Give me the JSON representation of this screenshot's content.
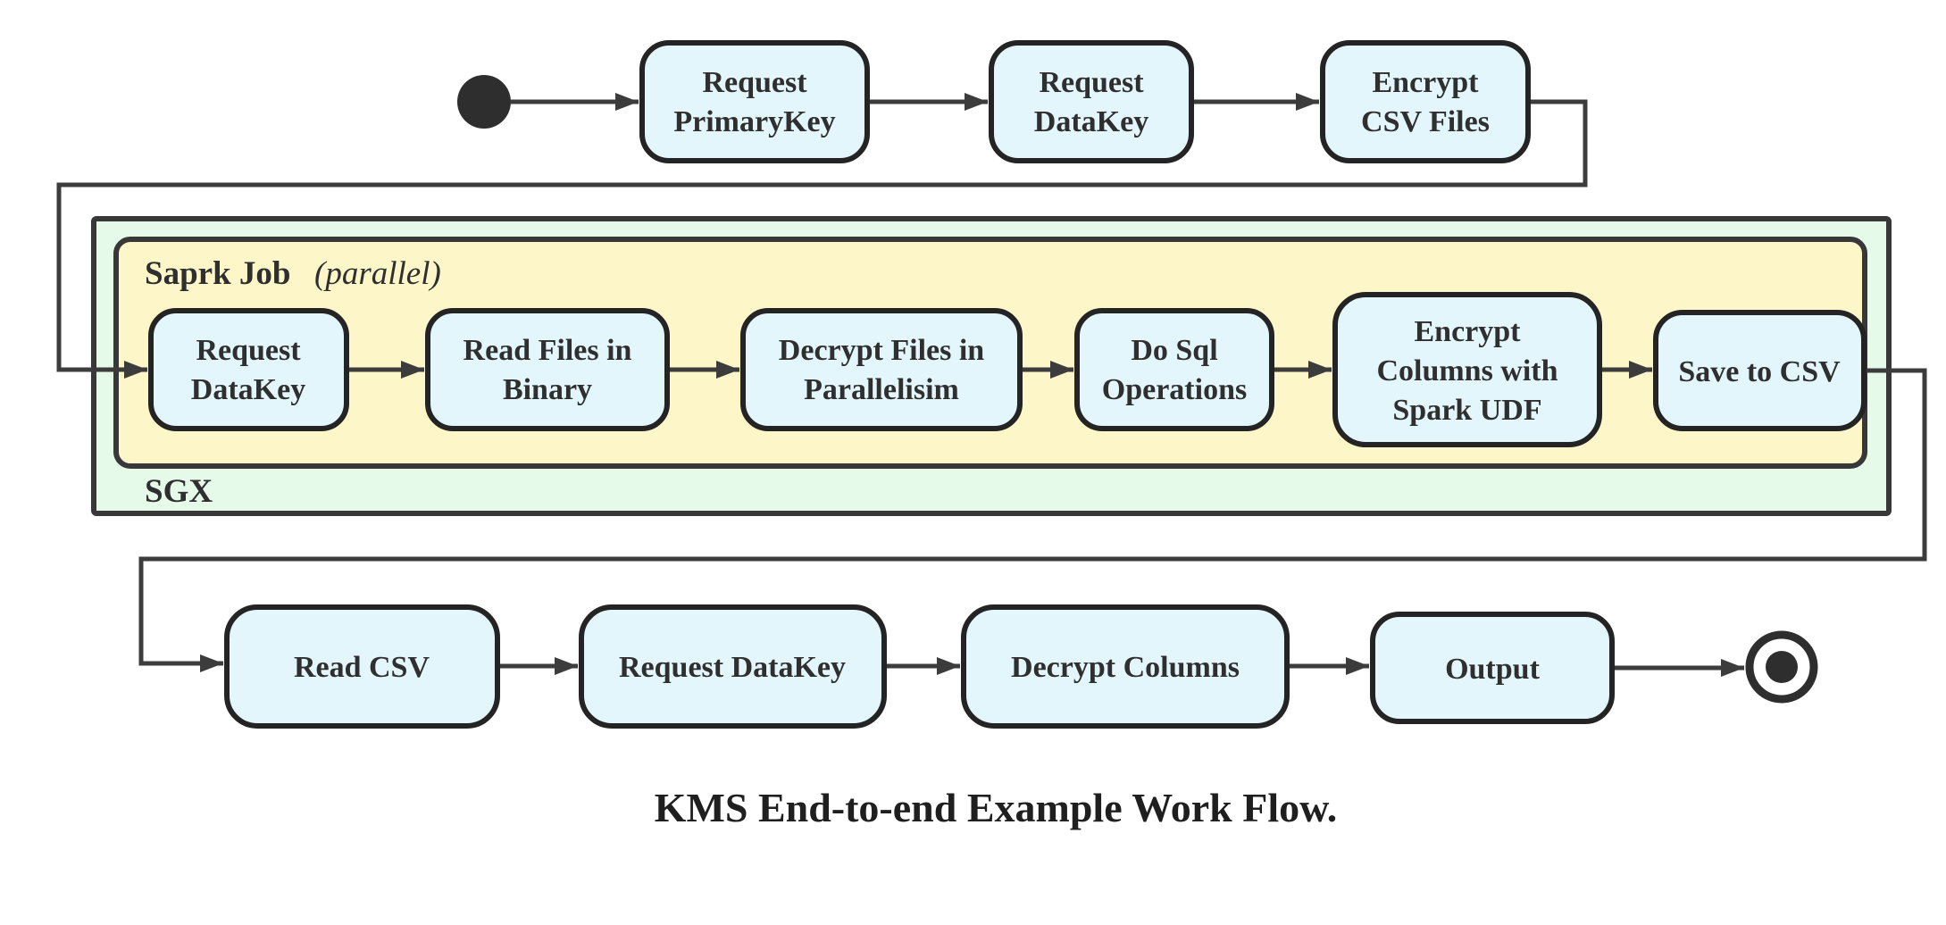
{
  "title": "KMS End-to-end Example Work Flow.",
  "colors": {
    "node_fill": "#e2f6fb",
    "spark_container_fill": "#fdf6c8",
    "sgx_container_fill": "#e6fae9",
    "stroke": "#2f2f2f",
    "start_end_fill": "#2e2e2e"
  },
  "containers": {
    "sgx": {
      "label": "SGX"
    },
    "spark_job": {
      "label": "Saprk Job",
      "qualifier": "(parallel)"
    }
  },
  "nodes": {
    "start": {
      "type": "initial-state"
    },
    "end": {
      "type": "final-state"
    },
    "top": [
      {
        "id": "request-primarykey",
        "lines": [
          "Request",
          "PrimaryKey"
        ]
      },
      {
        "id": "request-datakey",
        "lines": [
          "Request",
          "DataKey"
        ]
      },
      {
        "id": "encrypt-csv-files",
        "lines": [
          "Encrypt",
          "CSV Files"
        ]
      }
    ],
    "spark": [
      {
        "id": "spark-request-datakey",
        "lines": [
          "Request",
          "DataKey"
        ]
      },
      {
        "id": "read-files-in-binary",
        "lines": [
          "Read Files in",
          "Binary"
        ]
      },
      {
        "id": "decrypt-files-in-parallelisim",
        "lines": [
          "Decrypt Files in",
          "Parallelisim"
        ]
      },
      {
        "id": "do-sql-operations",
        "lines": [
          "Do Sql",
          "Operations"
        ]
      },
      {
        "id": "encrypt-columns-with-spark-udf",
        "lines": [
          "Encrypt",
          "Columns with",
          "Spark UDF"
        ]
      },
      {
        "id": "save-to-csv",
        "lines": [
          "Save to CSV"
        ]
      }
    ],
    "bottom": [
      {
        "id": "read-csv",
        "lines": [
          "Read CSV"
        ]
      },
      {
        "id": "bottom-request-datakey",
        "lines": [
          "Request DataKey"
        ]
      },
      {
        "id": "decrypt-columns",
        "lines": [
          "Decrypt Columns"
        ]
      },
      {
        "id": "output",
        "lines": [
          "Output"
        ]
      }
    ]
  }
}
